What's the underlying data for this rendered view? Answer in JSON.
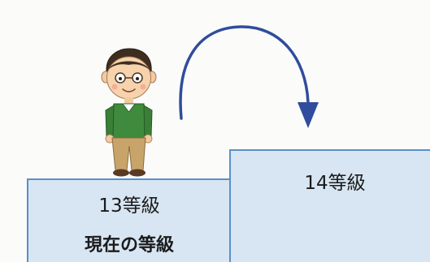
{
  "steps": {
    "current": {
      "grade": "13等級",
      "caption": "現在の等級"
    },
    "next": {
      "grade": "14等級"
    }
  },
  "colors": {
    "step_fill": "#d8e6f3",
    "step_border": "#5b8fc9",
    "arrow": "#2f4d9c",
    "shirt": "#3f8a3c",
    "pants": "#c9a46a"
  },
  "icons": {
    "person": "person-icon",
    "arrow": "curved-arrow-icon"
  }
}
